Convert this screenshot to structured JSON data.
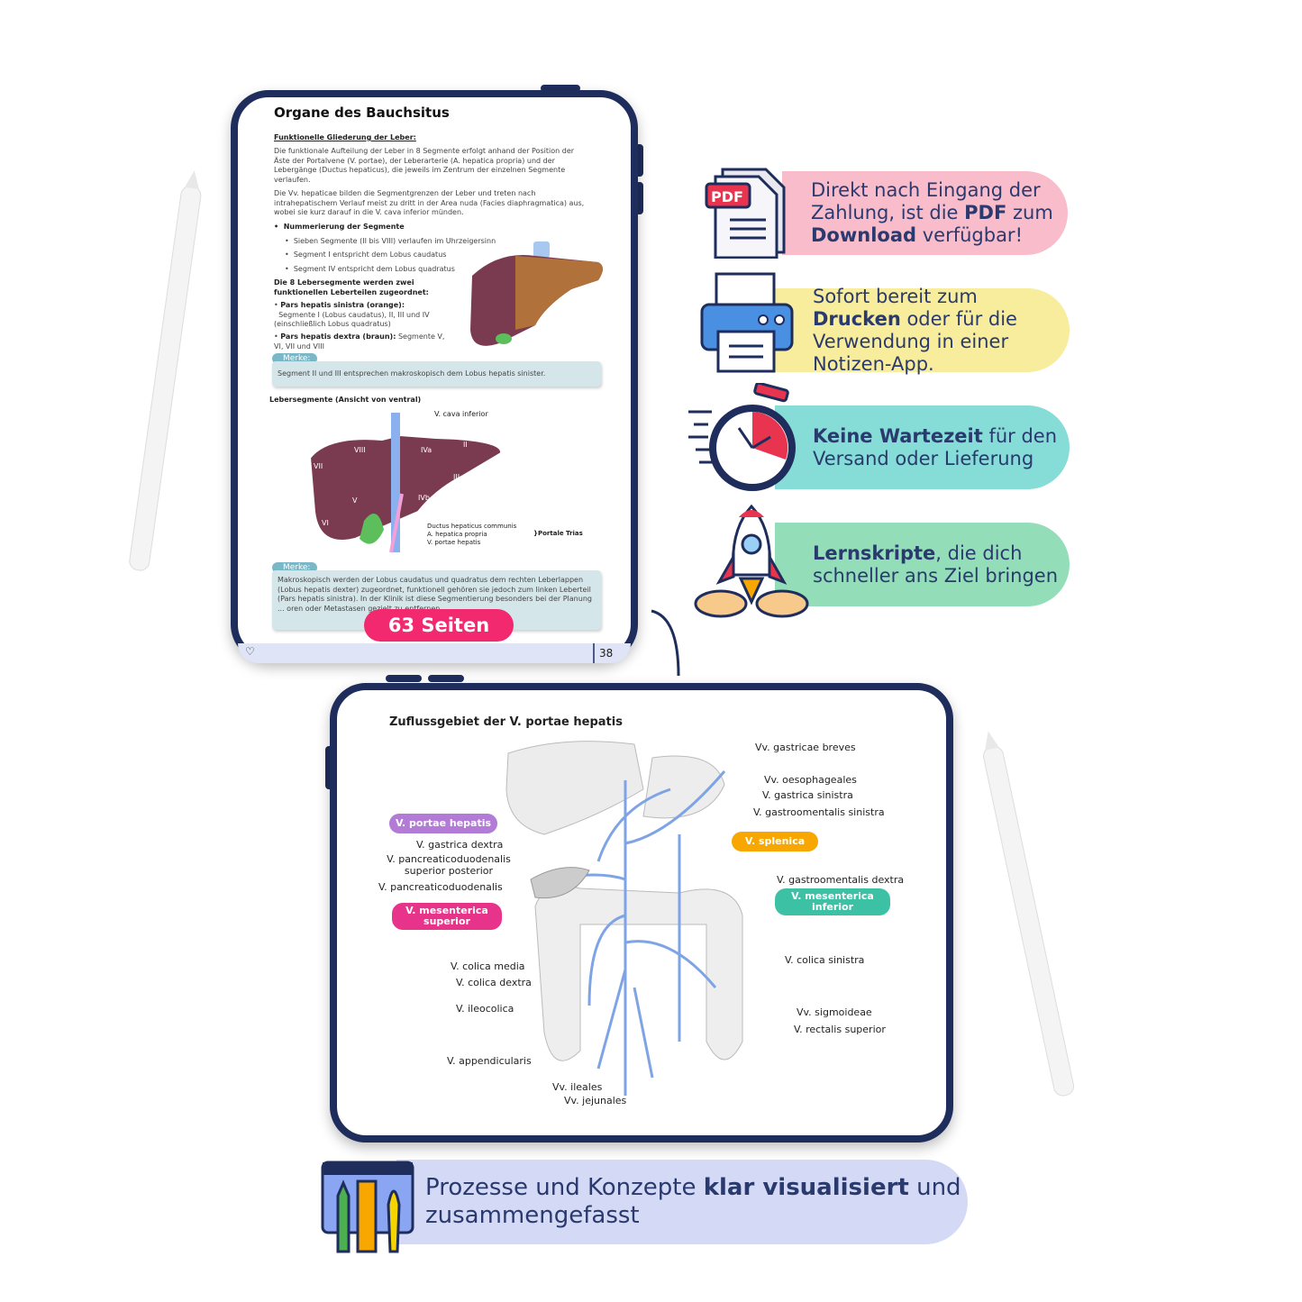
{
  "page1": {
    "title": "Organe des Bauchsitus",
    "subtitle": "Funktionelle Gliederung der Leber:",
    "para1": "Die funktionale Aufteilung der Leber in 8 Segmente erfolgt anhand der Position der Äste der Portalvene (V. portae), der Leberarterie (A. hepatica propria) und der Lebergänge (Ductus hepaticus), die jeweils im Zentrum der einzelnen Segmente verlaufen.",
    "para2": "Die Vv. hepaticae bilden die Segmentgrenzen der Leber und treten nach intrahepatischem Verlauf meist zu dritt in der Area nuda (Facies diaphragmatica) aus, wobei sie kurz darauf in die V. cava inferior münden.",
    "bullet_head": "Nummerierung der Segmente",
    "sub_bullets": [
      "Sieben Segmente (II bis VIII) verlaufen im Uhrzeigersinn",
      "Segment I entspricht dem Lobus caudatus",
      "Segment IV entspricht dem Lobus quadratus"
    ],
    "assign_head": "Die 8 Lebersegmente werden zwei funktionellen Leberteilen zugeordnet:",
    "sinistra_head": "Pars hepatis sinistra (orange):",
    "sinistra_text": "Segmente I (Lobus caudatus), II, III und IV (einschließlich Lobus quadratus)",
    "dextra_head": "Pars hepatis dextra (braun):",
    "dextra_text": "Segmente V, VI, VII und VIII",
    "merke_label": "Merke:",
    "merke1": "Segment II und III entsprechen makroskopisch dem Lobus hepatis sinister.",
    "figure_title": "Lebersegmente (Ansicht von ventral)",
    "fig_labels": {
      "cava": "V. cava inferior",
      "ductus": "Ductus hepaticus communis",
      "arteria": "A. hepatica propria",
      "portae": "V. portae hepatis",
      "trias": "Portale Trias"
    },
    "segments_top": [
      "VIII",
      "IVa",
      "II",
      "VII",
      "III",
      "V",
      "IVb",
      "VI"
    ],
    "merke2": "Makroskopisch werden der Lobus caudatus und quadratus dem rechten Leberlappen (Lobus hepatis dexter) zugeordnet, funktionell gehören sie jedoch zum linken Leberteil (Pars hepatis sinistra). In der Klinik ist diese Segmentierung besonders bei der Planung ... oren oder Metastasen gezielt zu entfernen.",
    "pages_badge": "63 Seiten",
    "page_number": "38"
  },
  "page2": {
    "title": "Zuflussgebiet der V. portae hepatis",
    "labels_right": [
      "Vv. gastricae breves",
      "Vv. oesophageales",
      "V. gastrica sinistra",
      "V. gastroomentalis sinistra",
      "V. gastroomentalis dextra",
      "V. colica sinistra",
      "Vv. sigmoideae",
      "V. rectalis superior"
    ],
    "labels_left": [
      "V. gastrica dextra",
      "V. pancreaticoduodenalis superior posterior",
      "V. pancreaticoduodenalis",
      "V. colica media",
      "V. colica dextra",
      "V. ileocolica",
      "V. appendicularis",
      "Vv. ileales",
      "Vv. jejunales"
    ],
    "tags": {
      "portae": "V. portae hepatis",
      "splenica": "V. splenica",
      "mes_sup": "V. mesenterica superior",
      "mes_inf": "V. mesenterica inferior"
    }
  },
  "features": [
    {
      "pre": "Direkt nach Eingang der Zahlung, ist die ",
      "b1": "PDF",
      "mid": " zum ",
      "b2": "Download",
      "post": " verfügbar!",
      "color": "#f8bccb",
      "icon": "pdf-file-icon"
    },
    {
      "pre": "Sofort bereit zum ",
      "b1": "Drucken",
      "mid": " oder für die Verwendung in einer Notizen-App.",
      "color": "#f7ed9c",
      "icon": "printer-icon"
    },
    {
      "b1": "Keine Wartezeit",
      "mid": " für den Versand oder Lieferung",
      "color": "#86dcd6",
      "icon": "stopwatch-icon"
    },
    {
      "b1": "Lernskripte",
      "mid": ", die dich schneller ans Ziel bringen",
      "color": "#93deb9",
      "icon": "rocket-icon"
    }
  ],
  "bottom_banner": {
    "pre": "Prozesse und Konzepte ",
    "bold": "klar visualisiert",
    "post": " und zusammengefasst",
    "color": "#d4daf6",
    "icon": "art-supplies-icon"
  }
}
